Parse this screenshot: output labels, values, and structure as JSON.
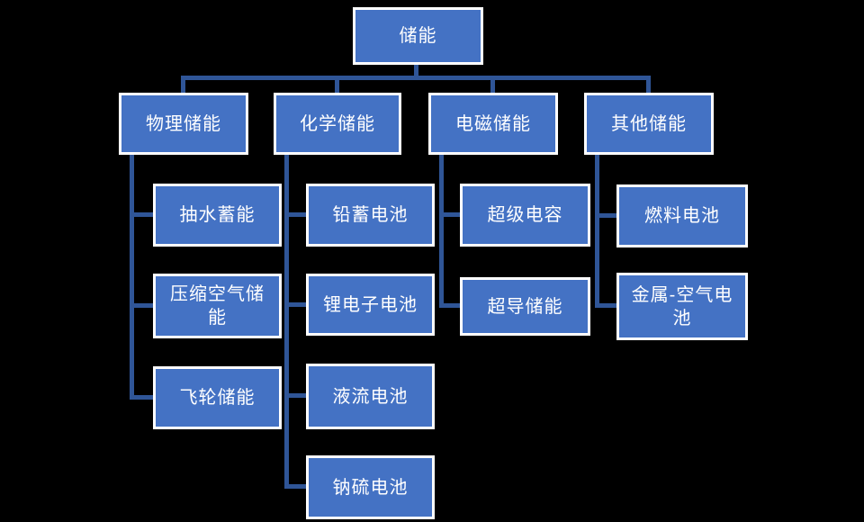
{
  "diagram": {
    "type": "org-chart-hierarchy",
    "colors": {
      "page_bg": "#000000",
      "box_fill": "#4472C4",
      "box_border": "#FFFFFF",
      "connector_color": "#2F5597",
      "text_color": "#FFFFFF"
    },
    "root": {
      "label": "储能"
    },
    "branches": [
      {
        "label": "物理储能",
        "children": [
          "抽水蓄能",
          "压缩空气储能",
          "飞轮储能"
        ]
      },
      {
        "label": "化学储能",
        "children": [
          "铅蓄电池",
          "锂电子电池",
          "液流电池",
          "钠硫电池"
        ]
      },
      {
        "label": "电磁储能",
        "children": [
          "超级电容",
          "超导储能"
        ]
      },
      {
        "label": "其他储能",
        "children": [
          "燃料电池",
          "金属-空气电池"
        ]
      }
    ]
  }
}
